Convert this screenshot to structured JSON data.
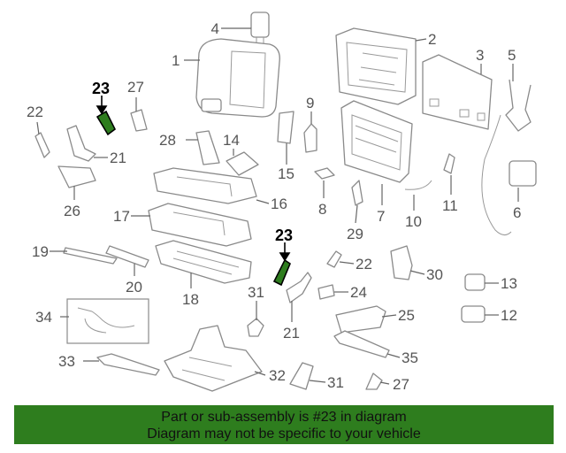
{
  "diagram": {
    "callouts": [
      "1",
      "2",
      "3",
      "4",
      "5",
      "6",
      "7",
      "8",
      "9",
      "10",
      "11",
      "12",
      "13",
      "14",
      "15",
      "16",
      "17",
      "18",
      "19",
      "20",
      "21",
      "21",
      "22",
      "22",
      "23",
      "23",
      "24",
      "25",
      "26",
      "27",
      "27",
      "28",
      "29",
      "30",
      "31",
      "31",
      "32",
      "33",
      "34",
      "35"
    ],
    "highlighted_part": "23",
    "highlight_color": "#2e7d1e"
  },
  "banner": {
    "line1": "Part or sub-assembly is #23 in diagram",
    "line2": "Diagram may not be specific to your vehicle",
    "color": "#2e7d1e"
  }
}
